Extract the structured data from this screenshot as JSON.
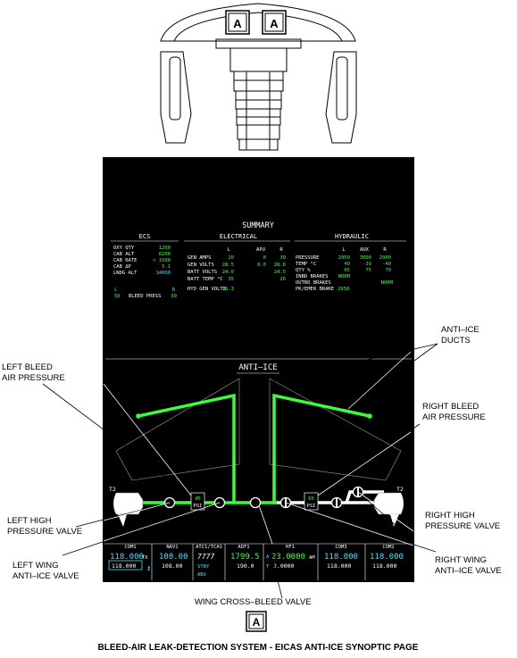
{
  "callout_letter": "A",
  "caption": "BLEED-AIR LEAK-DETECTION SYSTEM - EICAS ANTI-ICE SYNOPTIC PAGE",
  "labels": {
    "left_bleed": [
      "LEFT BLEED",
      "AIR PRESSURE"
    ],
    "anti_ice_ducts": [
      "ANTI–ICE",
      "DUCTS"
    ],
    "right_bleed": [
      "RIGHT BLEED",
      "AIR PRESSURE"
    ],
    "left_hp": [
      "LEFT HIGH",
      "PRESSURE VALVE"
    ],
    "right_hp": [
      "RIGHT HIGH",
      "PRESSURE VALVE"
    ],
    "left_wing": [
      "LEFT WING",
      "ANTI–ICE VALVE"
    ],
    "right_wing": [
      "RIGHT WING",
      "ANTI–ICE VALVE"
    ],
    "crossbleed": "WING CROSS–BLEED VALVE"
  },
  "screen": {
    "summary_title": "SUMMARY",
    "ecs": {
      "title": "ECS",
      "rows": [
        [
          "OXY QTY",
          "1200"
        ],
        [
          "CAB ALT",
          "6200"
        ],
        [
          "CAB RATE",
          "+ 1500"
        ],
        [
          "CAB ΔP",
          "5.1"
        ],
        [
          "LNDG ALT",
          "14000"
        ]
      ],
      "bleed_l": "L",
      "bleed_r": "R",
      "bleed_l_val": "50",
      "bleed_r_val": "50",
      "bleed_label": "BLEED PRESS"
    },
    "electrical": {
      "title": "ELECTRICAL",
      "headers": [
        "L",
        "APU",
        "R"
      ],
      "rows": [
        [
          "GEN AMPS",
          "20",
          "0",
          "30"
        ],
        [
          "GEN VOLTS",
          "28.5",
          "0.0",
          "28.8"
        ],
        [
          "BATT VOLTS",
          "24.0",
          "",
          "24.5"
        ],
        [
          "BATT TEMP °C",
          "35",
          "",
          "26"
        ]
      ],
      "hyd_gen_label": "HYD GEN VOLTS",
      "hyd_gen_val": "26.3"
    },
    "hydraulic": {
      "title": "HYDRAULIC",
      "headers": [
        "L",
        "AUX",
        "R"
      ],
      "rows": [
        [
          "PRESSURE",
          "2950",
          "3000",
          "2900"
        ],
        [
          "TEMP °C",
          "40",
          "-39",
          "-40"
        ],
        [
          "QTY %",
          "65",
          "75",
          "70"
        ],
        [
          "INBD BRAKES",
          "NORM",
          "",
          ""
        ],
        [
          "OUTBD BRAKES",
          "",
          "",
          "NORM"
        ],
        [
          "PK/EMER BRAKE",
          "2950",
          "",
          ""
        ]
      ]
    },
    "anti_ice_title": "ANTI–ICE",
    "left_engine": "T2",
    "right_engine": "T2",
    "left_press_val": "45",
    "right_press_val": "60",
    "press_unit": "PSI",
    "radio": {
      "com1": {
        "label": "COM1",
        "active": "118.000",
        "active_suffix": "TX",
        "standby": "118.000"
      },
      "nav1": {
        "label": "NAV1",
        "active": "108.00",
        "standby": "108.00"
      },
      "atc": {
        "label": "ATC1/TCAS",
        "code": "7777",
        "mode": "STBY",
        "extra": "ABV"
      },
      "adf1": {
        "label": "ADF1",
        "active": "1799.5",
        "standby": "190.0"
      },
      "hf1": {
        "label": "HF1",
        "active_prefix": "A",
        "active": "23.0000",
        "active_suffix": "AM",
        "standby_prefix": "T",
        "standby": "2.0000"
      },
      "com3": {
        "label": "COM3",
        "active": "118.000",
        "standby": "118.000"
      },
      "com2": {
        "label": "COM2",
        "active": "118.000",
        "standby": "118.000"
      }
    }
  },
  "colors": {
    "line_green": "#39ff39",
    "screen_bg": "#000000",
    "data_cyan": "#3de0ff"
  }
}
